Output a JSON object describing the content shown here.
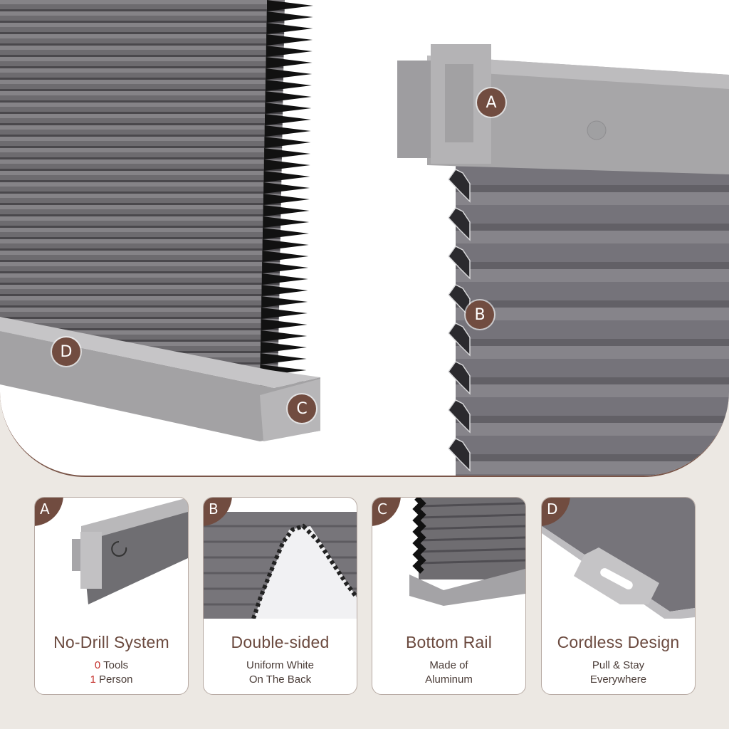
{
  "hero": {
    "badges": [
      "A",
      "B",
      "C",
      "D"
    ]
  },
  "features": [
    {
      "letter": "A",
      "title": "No-Drill System",
      "line1_num": "0",
      "line1_text": " Tools",
      "line2_num": "1",
      "line2_text": " Person",
      "icon": "headrail-clip-icon"
    },
    {
      "letter": "B",
      "title": "Double-sided",
      "line1_text": "Uniform White",
      "line2_text": "On The Back",
      "icon": "cellular-fabric-icon"
    },
    {
      "letter": "C",
      "title": "Bottom Rail",
      "line1_text": "Made of",
      "line2_text": "Aluminum",
      "icon": "bottom-rail-icon"
    },
    {
      "letter": "D",
      "title": "Cordless Design",
      "line1_text": "Pull & Stay",
      "line2_text": "Everywhere",
      "icon": "pull-handle-icon"
    }
  ],
  "colors": {
    "brand_brown": "#714c40",
    "accent_red": "#c4302b",
    "fabric_gray": "#6f6d70",
    "rail_gray": "#9b9a9c",
    "background": "#ece8e3"
  }
}
